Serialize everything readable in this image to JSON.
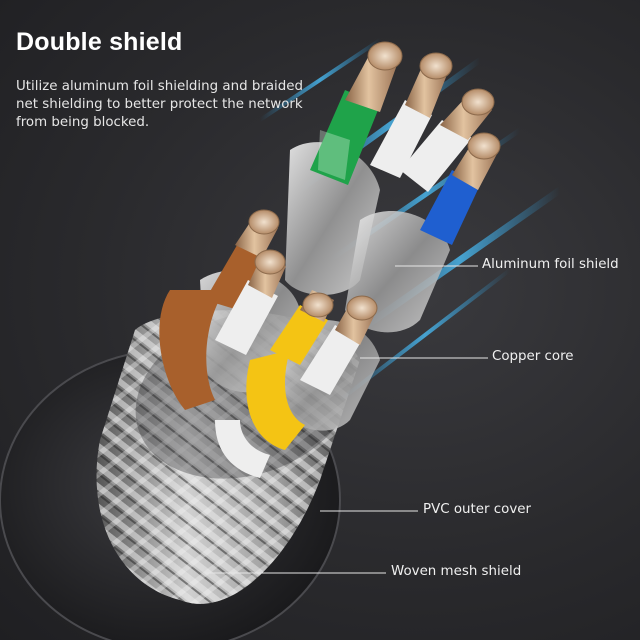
{
  "header": {
    "title": "Double shield",
    "description": "Utilize aluminum foil shielding and braided net shielding to better protect the network from being blocked."
  },
  "callouts": [
    {
      "label": "Aluminum foil shield"
    },
    {
      "label": "Copper core"
    },
    {
      "label": "PVC outer cover"
    },
    {
      "label": "Woven mesh shield"
    }
  ],
  "colors": {
    "background": "#2b2b2e",
    "green_wire": "#1fa34a",
    "blue_wire": "#1f5fd0",
    "brown_wire": "#a8602c",
    "yellow_wire": "#f4c414",
    "copper": "#c8a27a",
    "glow": "#2fb3ff"
  },
  "icons": {
    "cable": "twisted-pair-cable-illustration"
  }
}
